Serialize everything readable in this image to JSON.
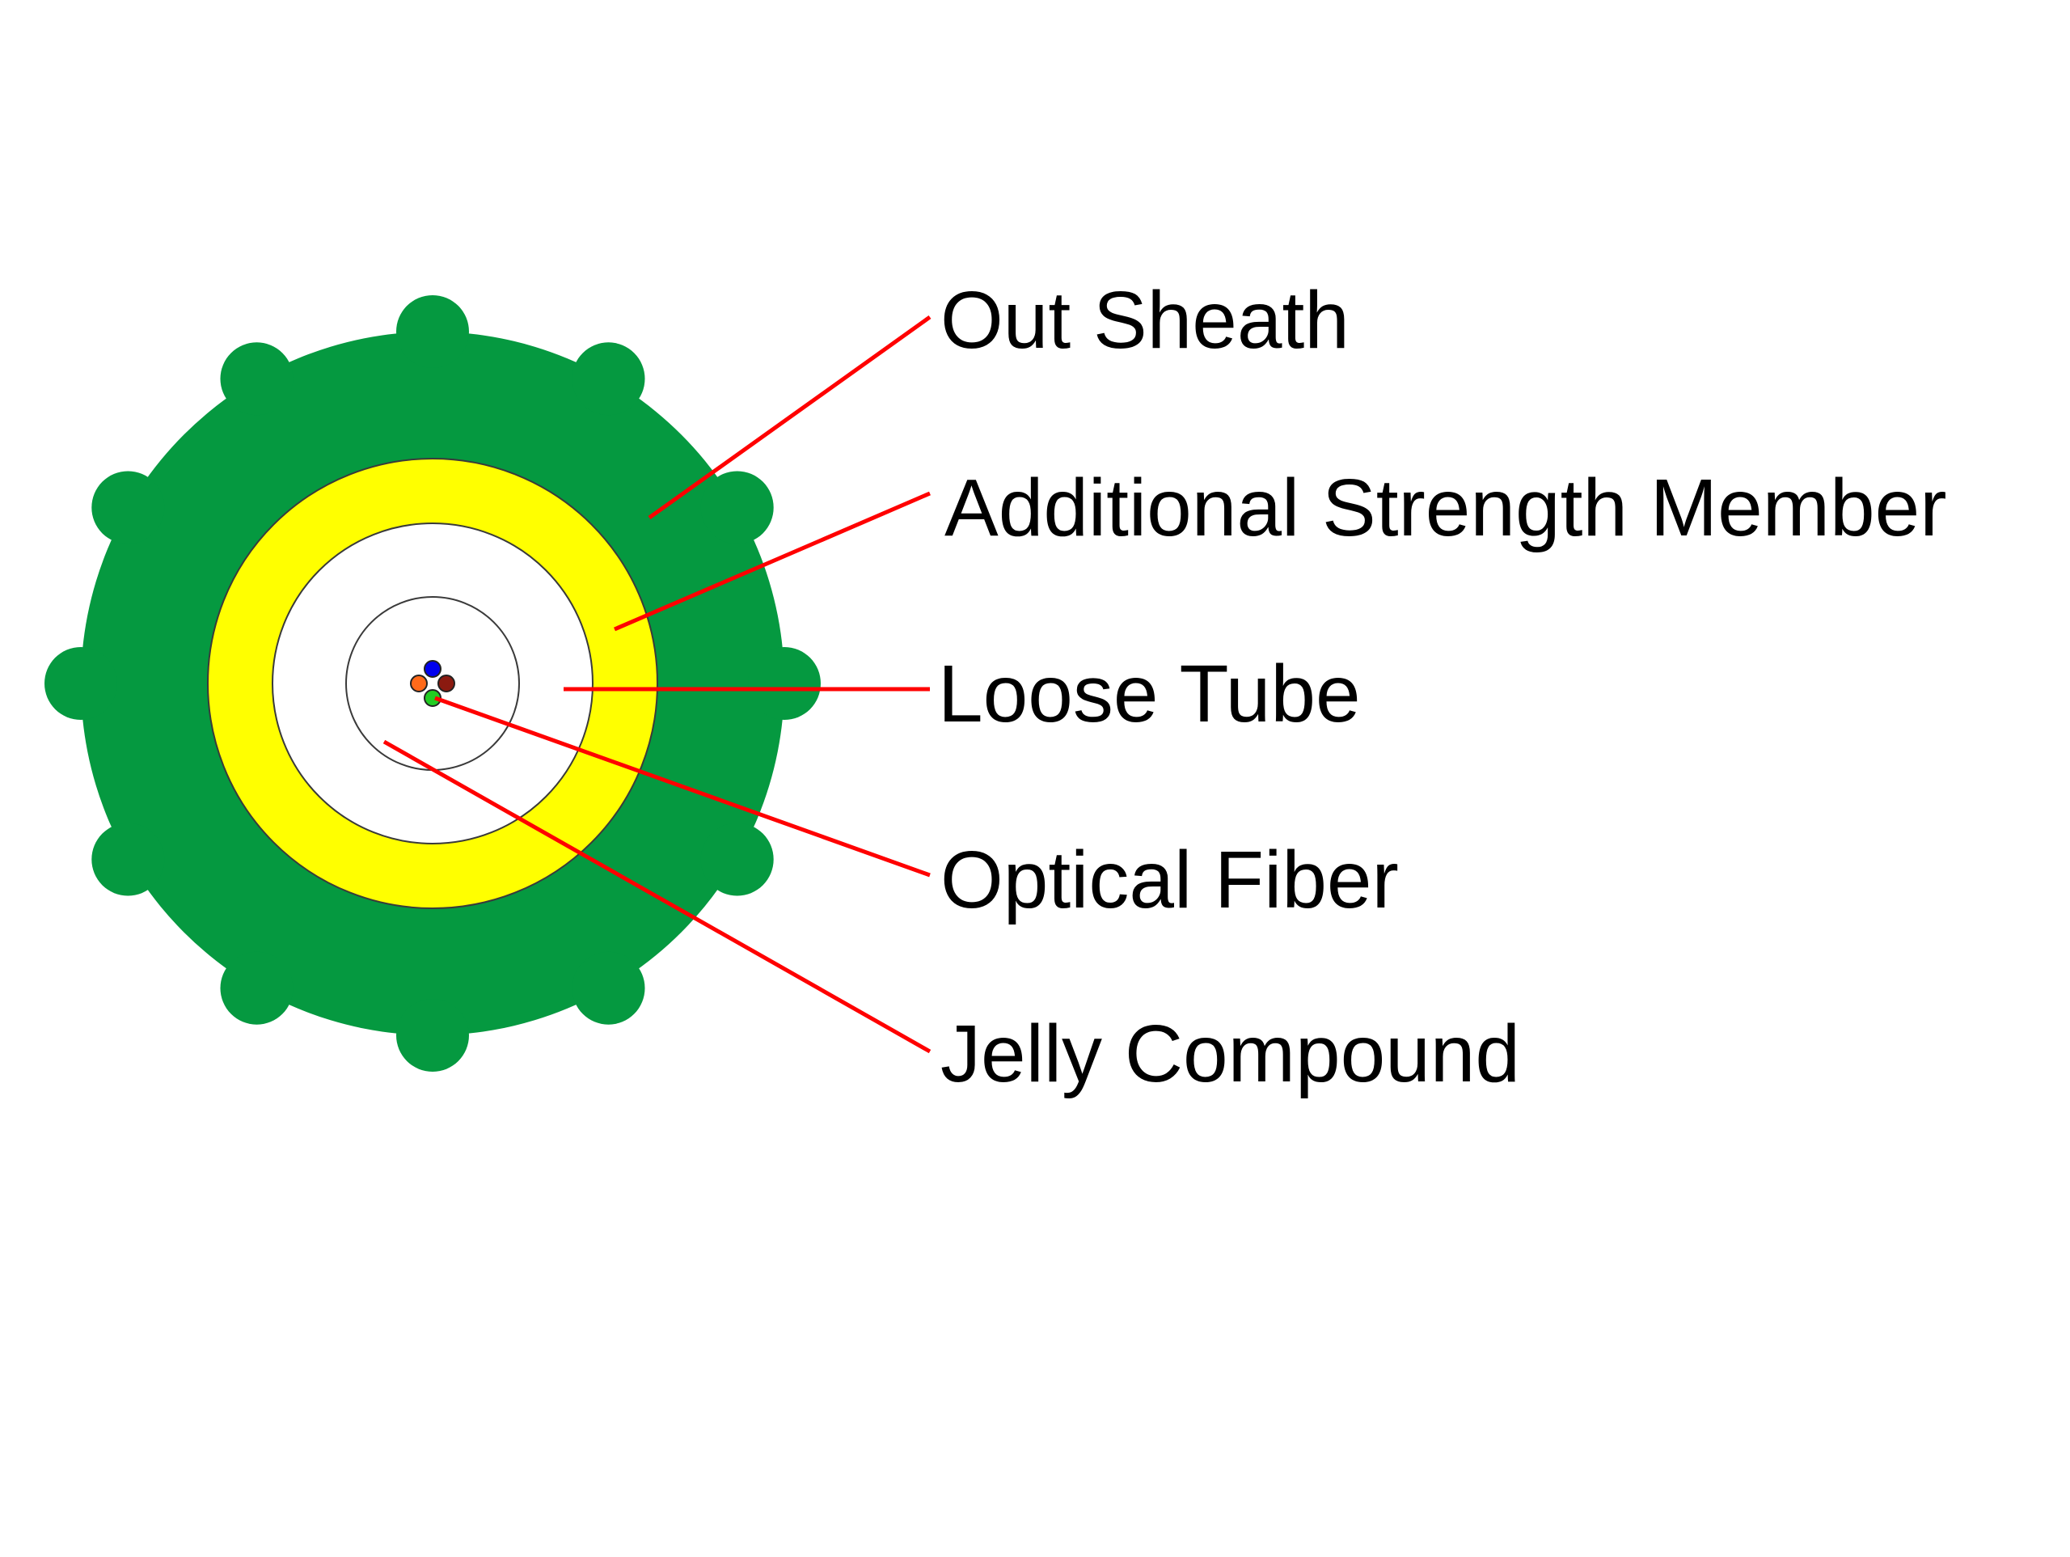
{
  "diagram": {
    "colors": {
      "sheath": "#059940",
      "strength_member": "#ffff00",
      "loose_tube": "#ffffff",
      "outline": "#3a3a3a",
      "leader_line": "#ff0000",
      "text": "#000000"
    },
    "labels": {
      "out_sheath": "Out Sheath",
      "strength_member": "Additional Strength Member",
      "loose_tube": "Loose Tube",
      "optical_fiber": "Optical Fiber",
      "jelly_compound": "Jelly Compound"
    },
    "fiber_colors": [
      "#0000ee",
      "#8b1a10",
      "#22cc22",
      "#ff6a1a"
    ]
  }
}
